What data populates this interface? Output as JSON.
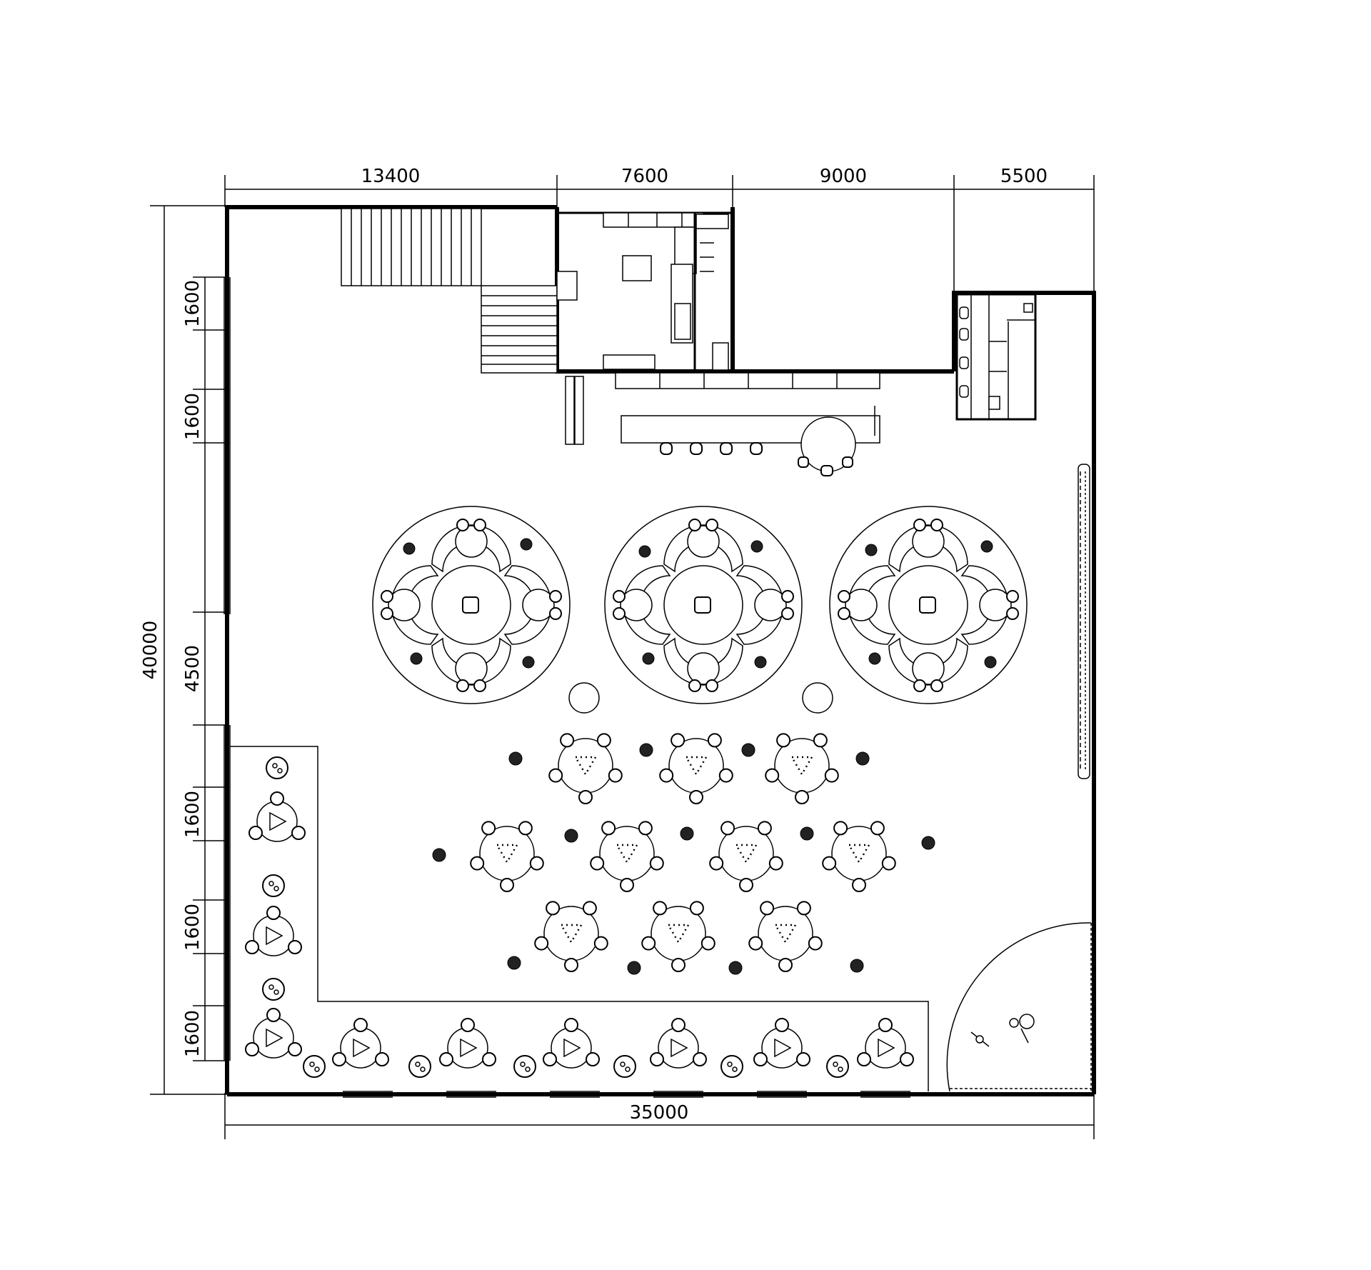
{
  "dimensions": {
    "top": [
      "13400",
      "7600",
      "9000",
      "5500"
    ],
    "bottom": "35000",
    "left_total": "40000",
    "left_segments": [
      "1600",
      "1600",
      "4500",
      "1600",
      "1600",
      "1600"
    ]
  },
  "colors": {
    "line": "#000000",
    "background": "#ffffff",
    "plant": "#222222"
  }
}
